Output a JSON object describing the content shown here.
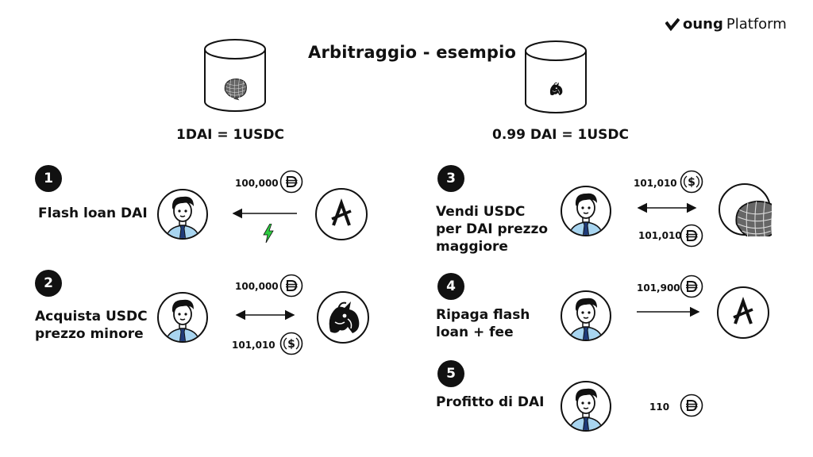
{
  "brand": {
    "mark": "Y",
    "first": "oung",
    "second": "Platform"
  },
  "title": "Arbitraggio - esempio",
  "exchanges": {
    "left_rate": "1DAI = 1USDC",
    "right_rate": "0.99 DAI = 1USDC"
  },
  "steps": [
    {
      "number": "1",
      "label_lines": [
        "Flash loan DAI"
      ],
      "amounts": [
        "100,000"
      ]
    },
    {
      "number": "2",
      "label_lines": [
        "Acquista USDC",
        "prezzo minore"
      ],
      "amounts": [
        "100,000",
        "101,010"
      ]
    },
    {
      "number": "3",
      "label_lines": [
        "Vendi USDC",
        "per DAI prezzo",
        "maggiore"
      ],
      "amounts": [
        "101,010",
        "101,010"
      ]
    },
    {
      "number": "4",
      "label_lines": [
        "Ripaga flash",
        "loan + fee"
      ],
      "amounts": [
        "101,900"
      ]
    },
    {
      "number": "5",
      "label_lines": [
        "Profitto di DAI"
      ],
      "amounts": [
        "110"
      ]
    }
  ],
  "colors": {
    "shirt": "#a8d5f0",
    "tie": "#1f3b7a",
    "lightning": "#2ecc40",
    "ink": "#111111"
  },
  "icons": [
    "curve-icon",
    "uniswap-icon",
    "aave-icon",
    "dai-icon",
    "usdc-icon",
    "lightning-icon",
    "person-icon"
  ]
}
